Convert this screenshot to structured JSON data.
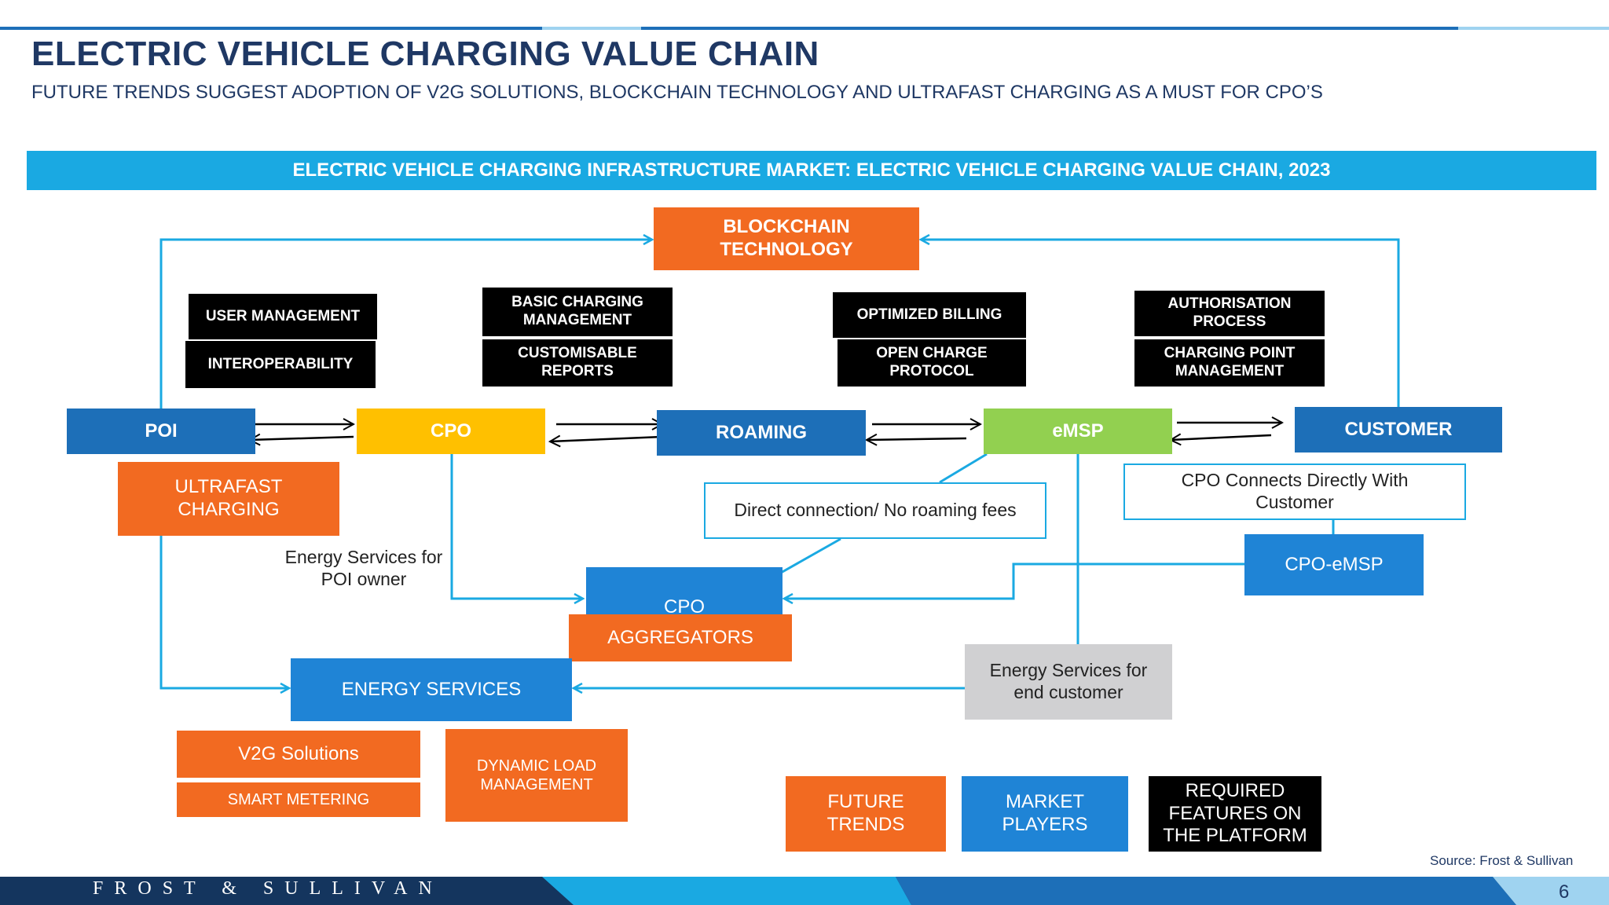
{
  "header": {
    "title": "ELECTRIC VEHICLE CHARGING VALUE CHAIN",
    "subtitle": "FUTURE TRENDS SUGGEST  ADOPTION OF V2G SOLUTIONS, BLOCKCHAIN TECHNOLOGY AND ULTRAFAST CHARGING AS A MUST FOR CPO’S"
  },
  "banner": "ELECTRIC VEHICLE CHARGING INFRASTRUCTURE MARKET: ELECTRIC VEHICLE CHARGING VALUE CHAIN, 2023",
  "diagram": {
    "blockchain": "BLOCKCHAIN TECHNOLOGY",
    "features": {
      "user_management": "USER MANAGEMENT",
      "interoperability": "INTEROPERABILITY",
      "basic_charging": "BASIC CHARGING MANAGEMENT",
      "customisable_reports": "CUSTOMISABLE REPORTS",
      "optimized_billing": "OPTIMIZED BILLING",
      "open_charge": "OPEN CHARGE PROTOCOL",
      "authorisation": "AUTHORISATION PROCESS",
      "charging_point": "CHARGING POINT MANAGEMENT"
    },
    "actors": {
      "poi": "POI",
      "cpo": "CPO",
      "roaming": "ROAMING",
      "emsp": "eMSP",
      "customer": "CUSTOMER"
    },
    "ultrafast": "ULTRAFAST CHARGING",
    "energy_services_poi": "Energy Services for POI owner",
    "direct_connection": "Direct connection/ No roaming fees",
    "cpo_connects": "CPO Connects Directly With Customer",
    "cpo_emsp": "CPO-eMSP",
    "cpo_agg": "CPO",
    "aggregators": "AGGREGATORS",
    "energy_services_end": "Energy Services for end customer",
    "energy_services": "ENERGY SERVICES",
    "v2g": "V2G Solutions",
    "smart_metering": "SMART METERING",
    "dynamic_load": "DYNAMIC LOAD MANAGEMENT"
  },
  "legend": {
    "future_trends": "FUTURE TRENDS",
    "market_players": "MARKET PLAYERS",
    "required_features": "REQUIRED FEATURES ON THE PLATFORM"
  },
  "source": "Source: Frost & Sullivan",
  "footer": {
    "logo": "FROST & SULLIVAN",
    "page": "6"
  },
  "colors": {
    "future_trends": "#f26a21",
    "market_players": "#1f84d6",
    "required_features": "#000000",
    "banner": "#1aa9e2",
    "cpo": "#ffc000",
    "emsp": "#92d050",
    "title": "#1f3864"
  }
}
